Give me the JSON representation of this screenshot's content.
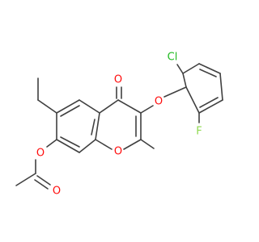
{
  "molecule": {
    "atoms": {
      "o_carbonyl": "O",
      "o_ether": "O",
      "o_ring": "O",
      "o_ester": "O",
      "o_acyl": "O",
      "cl": "Cl",
      "f": "F"
    }
  },
  "colors": {
    "bond": "#404040",
    "oxygen": "#ff0d0d",
    "chlorine": "#1fba1f",
    "fluorine": "#8fd94f"
  }
}
